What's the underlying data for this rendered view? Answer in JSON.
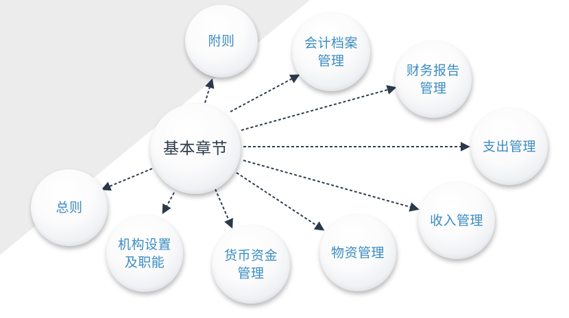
{
  "diagram": {
    "center": "基本章节",
    "nodes": [
      {
        "id": "fuze",
        "label": "附则"
      },
      {
        "id": "kuaiji",
        "label": "会计档案\n管理"
      },
      {
        "id": "caiwu",
        "label": "财务报告\n管理"
      },
      {
        "id": "zhichu",
        "label": "支出管理"
      },
      {
        "id": "shouru",
        "label": "收入管理"
      },
      {
        "id": "wuzi",
        "label": "物资管理"
      },
      {
        "id": "huobi",
        "label": "货币资金\n管理"
      },
      {
        "id": "jigou",
        "label": "机构设置\n及职能"
      },
      {
        "id": "zongze",
        "label": "总则"
      }
    ]
  },
  "colors": {
    "label_text": "#3b8cc1",
    "center_text": "#2e3b49",
    "arrow": "#2b3a4a",
    "background_wedge": "#ececed"
  }
}
